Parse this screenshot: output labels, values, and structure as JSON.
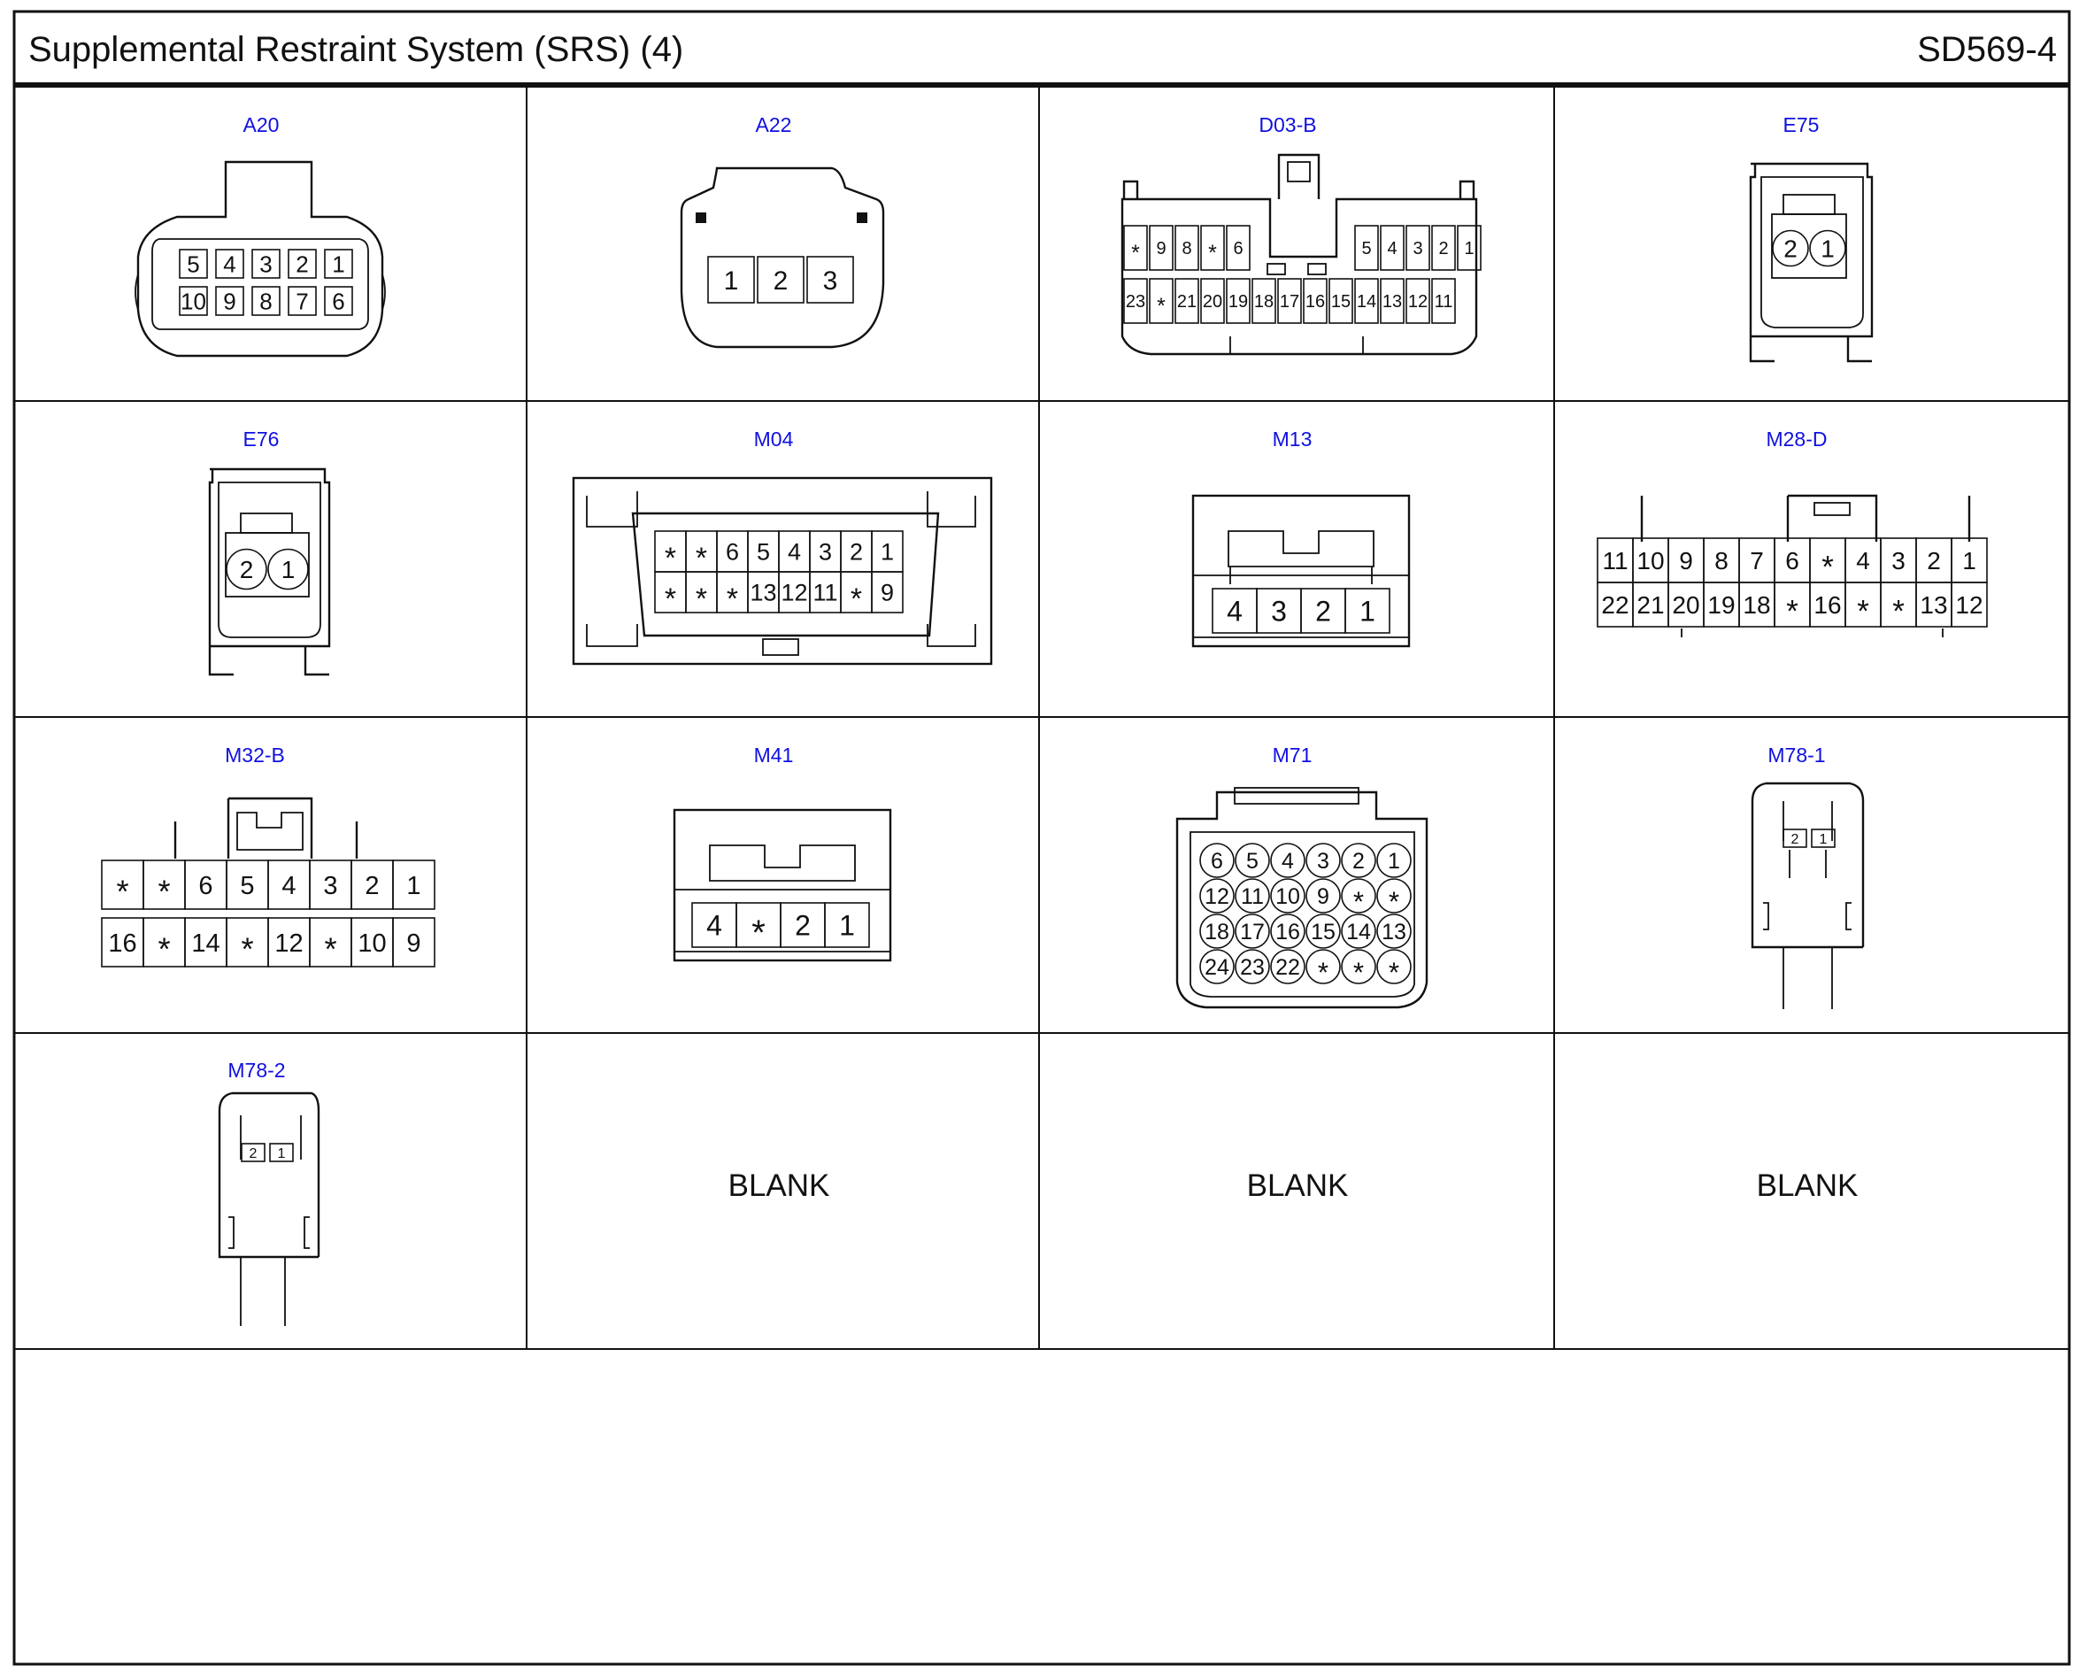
{
  "header": {
    "title": "Supplemental Restraint System (SRS) (4)",
    "page_code": "SD569-4"
  },
  "connectors": [
    {
      "name": "A20",
      "rows": [
        [
          "5",
          "4",
          "3",
          "2",
          "1"
        ],
        [
          "10",
          "9",
          "8",
          "7",
          "6"
        ]
      ]
    },
    {
      "name": "A22",
      "rows": [
        [
          "1",
          "2",
          "3"
        ]
      ]
    },
    {
      "name": "D03-B",
      "rows": [
        [
          "*",
          "9",
          "8",
          "*",
          "6",
          "",
          "",
          "",
          "",
          "5",
          "4",
          "3",
          "2",
          "1"
        ],
        [
          "23",
          "*",
          "21",
          "20",
          "19",
          "18",
          "17",
          "16",
          "15",
          "14",
          "13",
          "12",
          "11"
        ]
      ]
    },
    {
      "name": "E75",
      "rows": [
        [
          "2",
          "1"
        ]
      ]
    },
    {
      "name": "E76",
      "rows": [
        [
          "2",
          "1"
        ]
      ]
    },
    {
      "name": "M04",
      "rows": [
        [
          "*",
          "*",
          "6",
          "5",
          "4",
          "3",
          "2",
          "1"
        ],
        [
          "*",
          "*",
          "*",
          "13",
          "12",
          "11",
          "*",
          "9"
        ]
      ]
    },
    {
      "name": "M13",
      "rows": [
        [
          "4",
          "3",
          "2",
          "1"
        ]
      ]
    },
    {
      "name": "M28-D",
      "rows": [
        [
          "11",
          "10",
          "9",
          "8",
          "7",
          "6",
          "*",
          "4",
          "3",
          "2",
          "1"
        ],
        [
          "22",
          "21",
          "20",
          "19",
          "18",
          "*",
          "16",
          "*",
          "*",
          "13",
          "12"
        ]
      ]
    },
    {
      "name": "M32-B",
      "rows": [
        [
          "*",
          "*",
          "6",
          "5",
          "4",
          "3",
          "2",
          "1"
        ],
        [
          "16",
          "*",
          "14",
          "*",
          "12",
          "*",
          "10",
          "9"
        ]
      ]
    },
    {
      "name": "M41",
      "rows": [
        [
          "4",
          "*",
          "2",
          "1"
        ]
      ]
    },
    {
      "name": "M71",
      "rows": [
        [
          "6",
          "5",
          "4",
          "3",
          "2",
          "1"
        ],
        [
          "12",
          "11",
          "10",
          "9",
          "*",
          "*"
        ],
        [
          "18",
          "17",
          "16",
          "15",
          "14",
          "13"
        ],
        [
          "24",
          "23",
          "22",
          "*",
          "*",
          "*"
        ]
      ]
    },
    {
      "name": "M78-1",
      "rows": [
        [
          "2",
          "1"
        ]
      ]
    },
    {
      "name": "M78-2",
      "rows": [
        [
          "2",
          "1"
        ]
      ]
    }
  ],
  "blank_cells": [
    "BLANK",
    "BLANK",
    "BLANK"
  ]
}
